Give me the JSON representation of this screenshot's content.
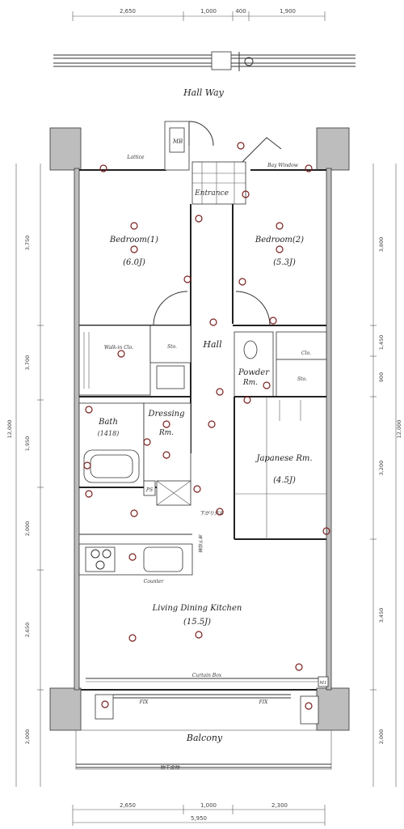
{
  "labels": {
    "hallway": "Hall Way",
    "mb": "MB",
    "lattice": "Lattice",
    "entrance": "Entrance",
    "bay_window": "Bay Window",
    "bedroom1_name": "Bedroom(1)",
    "bedroom1_size": "(6.0J)",
    "bedroom2_name": "Bedroom(2)",
    "bedroom2_size": "(5.3J)",
    "walkin": "Walk-in Clo.",
    "sto1": "Sto.",
    "hall": "Hall",
    "clo": "Clo.",
    "powder1": "Powder",
    "powder2": "Rm.",
    "sto2": "Sto.",
    "bath1": "Bath",
    "bath2": "(1418)",
    "dressing1": "Dressing",
    "dressing2": "Rm.",
    "japanese_name": "Japanese Rm.",
    "japanese_size": "(4.5J)",
    "ps": "PS",
    "lower_storage": "下がり天井",
    "counter": "Counter",
    "ldk_name": "Living Dining Kitchen",
    "ldk_size": "(15.5J)",
    "curtain_box": "Curtain Box",
    "m1": "M1",
    "fix_left": "FIX",
    "fix_right": "FIX",
    "balcony": "Balcony",
    "drying": "物干金物",
    "vertical_note": "床下収納"
  },
  "dims": {
    "top": [
      "2,650",
      "1,000",
      "400",
      "1,900"
    ],
    "bottom": [
      "2,650",
      "1,000",
      "2,300"
    ],
    "bottom_total": "5,950",
    "left": [
      "3,750",
      "3,700",
      "1,950",
      "2,000",
      "2,650",
      "2,000"
    ],
    "left_total": "12,000",
    "right": [
      "3,800",
      "1,450",
      "900",
      "3,200",
      "3,450",
      "2,000"
    ],
    "right_total": "12,000"
  }
}
